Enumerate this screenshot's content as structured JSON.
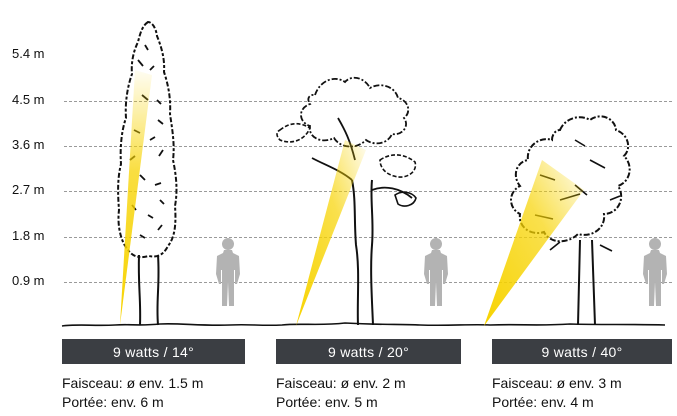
{
  "y_axis_labels": [
    "5.4 m",
    "4.5 m",
    "3.6 m",
    "2.7 m",
    "1.8 m",
    "0.9 m"
  ],
  "panels": [
    {
      "tree": "poplar-tree",
      "title": "9 watts / 14°",
      "beam": "Faisceau: ø env. 1.5 m",
      "range": "Portée: env. 6 m"
    },
    {
      "tree": "pine-tree",
      "title": "9 watts / 20°",
      "beam": "Faisceau: ø env. 2 m",
      "range": "Portée: env. 5 m"
    },
    {
      "tree": "leafy-tree",
      "title": "9 watts / 40°",
      "beam": "Faisceau: ø env. 3 m",
      "range": "Portée: env. 4 m"
    }
  ],
  "colors": {
    "beam": "#f7d300",
    "bar": "#3b3e43",
    "person": "#b3b3b3"
  }
}
